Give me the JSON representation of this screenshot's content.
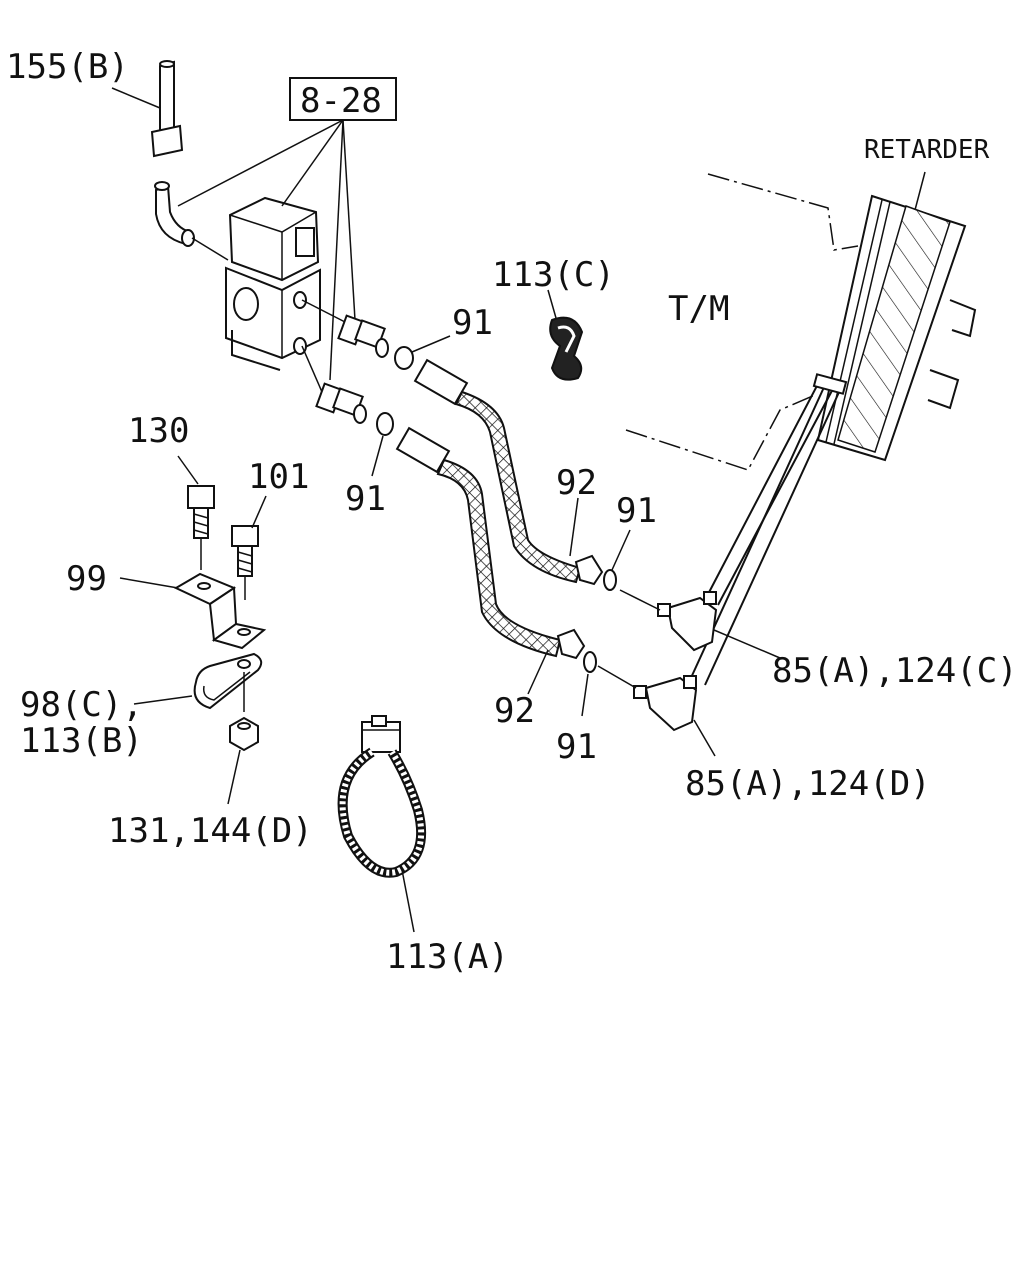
{
  "labels": {
    "retarder": "RETARDER",
    "tm": "T/M",
    "ref_box": "8-28",
    "l155b": "155(B)",
    "l113c": "113(C)",
    "l91_a": "91",
    "l91_b": "91",
    "l91_c": "91",
    "l91_d": "91",
    "l92_a": "92",
    "l92_b": "92",
    "l130": "130",
    "l101": "101",
    "l99": "99",
    "l98c": "98(C),",
    "l113b": "113(B)",
    "l131": "131,144(D)",
    "l113a": "113(A)",
    "l85c": "85(A),124(C)",
    "l85d": "85(A),124(D)"
  }
}
